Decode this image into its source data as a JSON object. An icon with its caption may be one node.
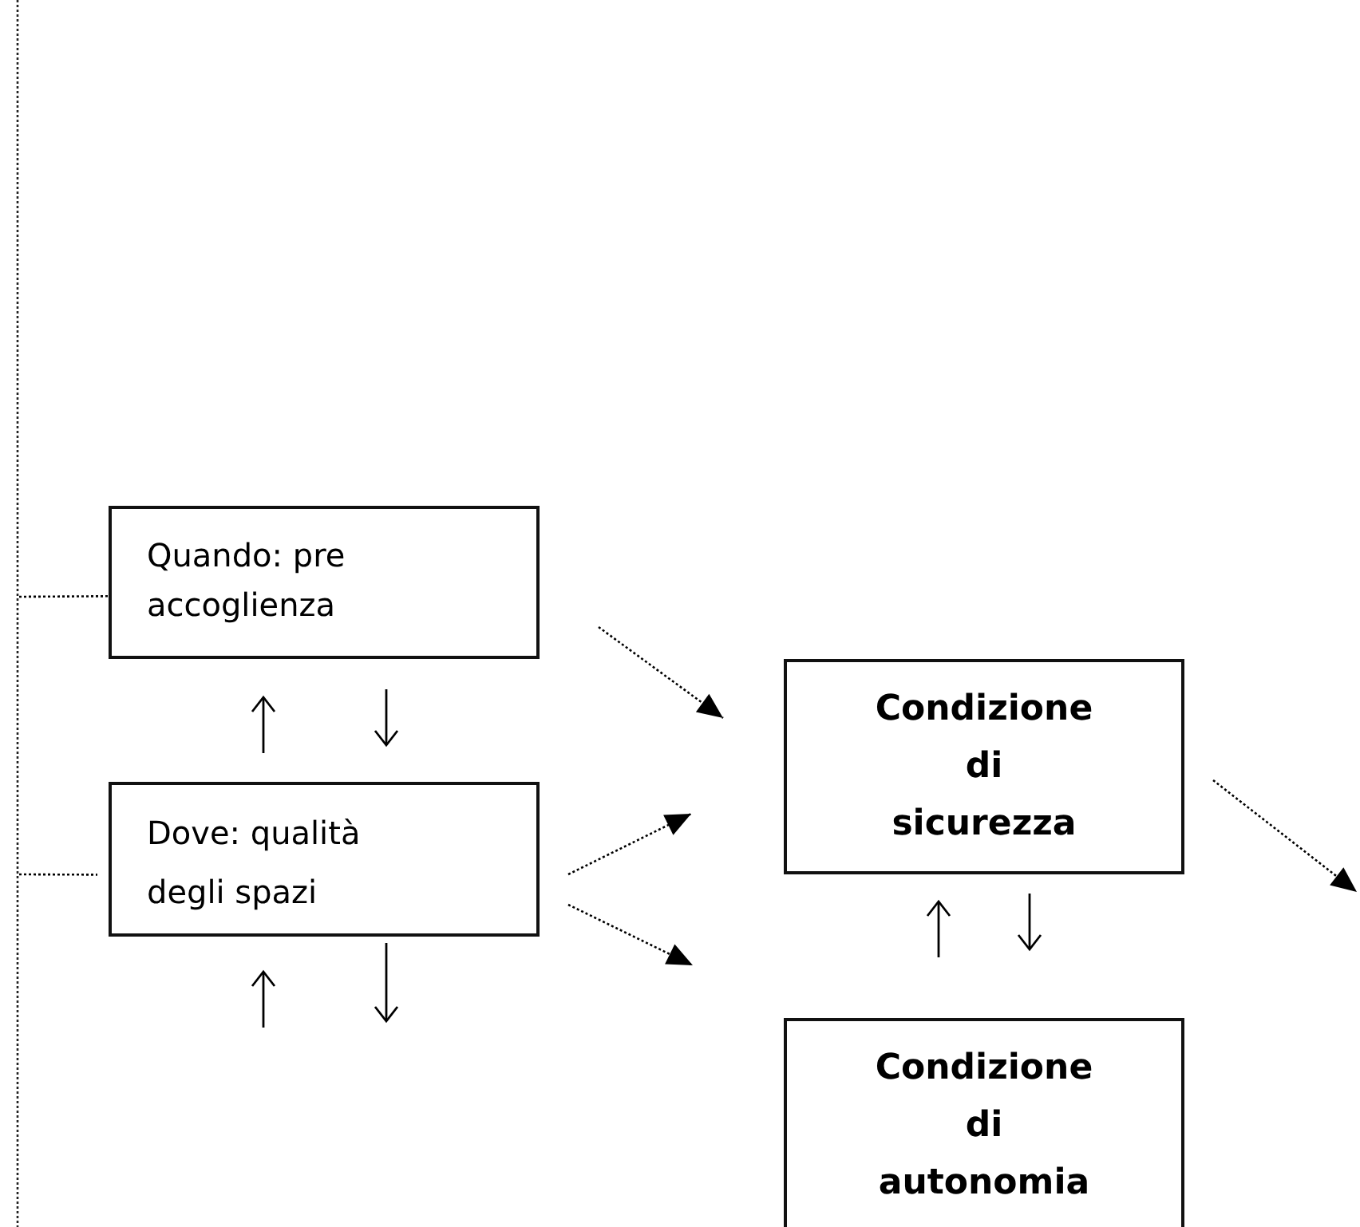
{
  "diagram": {
    "nodes": [
      {
        "text": [
          "Quando: pre accoglienza"
        ]
      },
      {
        "text": [
          "Dove: qualità degli spazi"
        ]
      },
      {
        "text": [
          "Condizione di sicurezza"
        ]
      },
      {
        "text": [
          "Condizione di autonomia"
        ]
      }
    ],
    "edges": [
      {
        "from": null,
        "to": 0,
        "arrow": "none",
        "style": "dashed"
      },
      {
        "from": null,
        "to": 1,
        "arrow": "none",
        "style": "dashed"
      },
      {
        "from": 1,
        "to": 0,
        "arrow": "to"
      },
      {
        "from": 0,
        "to": 1,
        "arrow": "to"
      },
      {
        "from": 0,
        "to": 2,
        "arrow": "to",
        "style": "dashed"
      },
      {
        "from": 1,
        "to": 2,
        "arrow": "to",
        "style": "dashed"
      },
      {
        "from": 1,
        "to": 3,
        "arrow": "to",
        "style": "dashed"
      },
      {
        "from": null,
        "to": 1,
        "arrow": "to"
      },
      {
        "from": 1,
        "to": null,
        "arrow": "to"
      },
      {
        "from": 3,
        "to": 2,
        "arrow": "to"
      },
      {
        "from": 2,
        "to": 3,
        "arrow": "to"
      },
      {
        "from": 2,
        "to": null,
        "arrow": "to",
        "style": "dashed"
      }
    ]
  }
}
